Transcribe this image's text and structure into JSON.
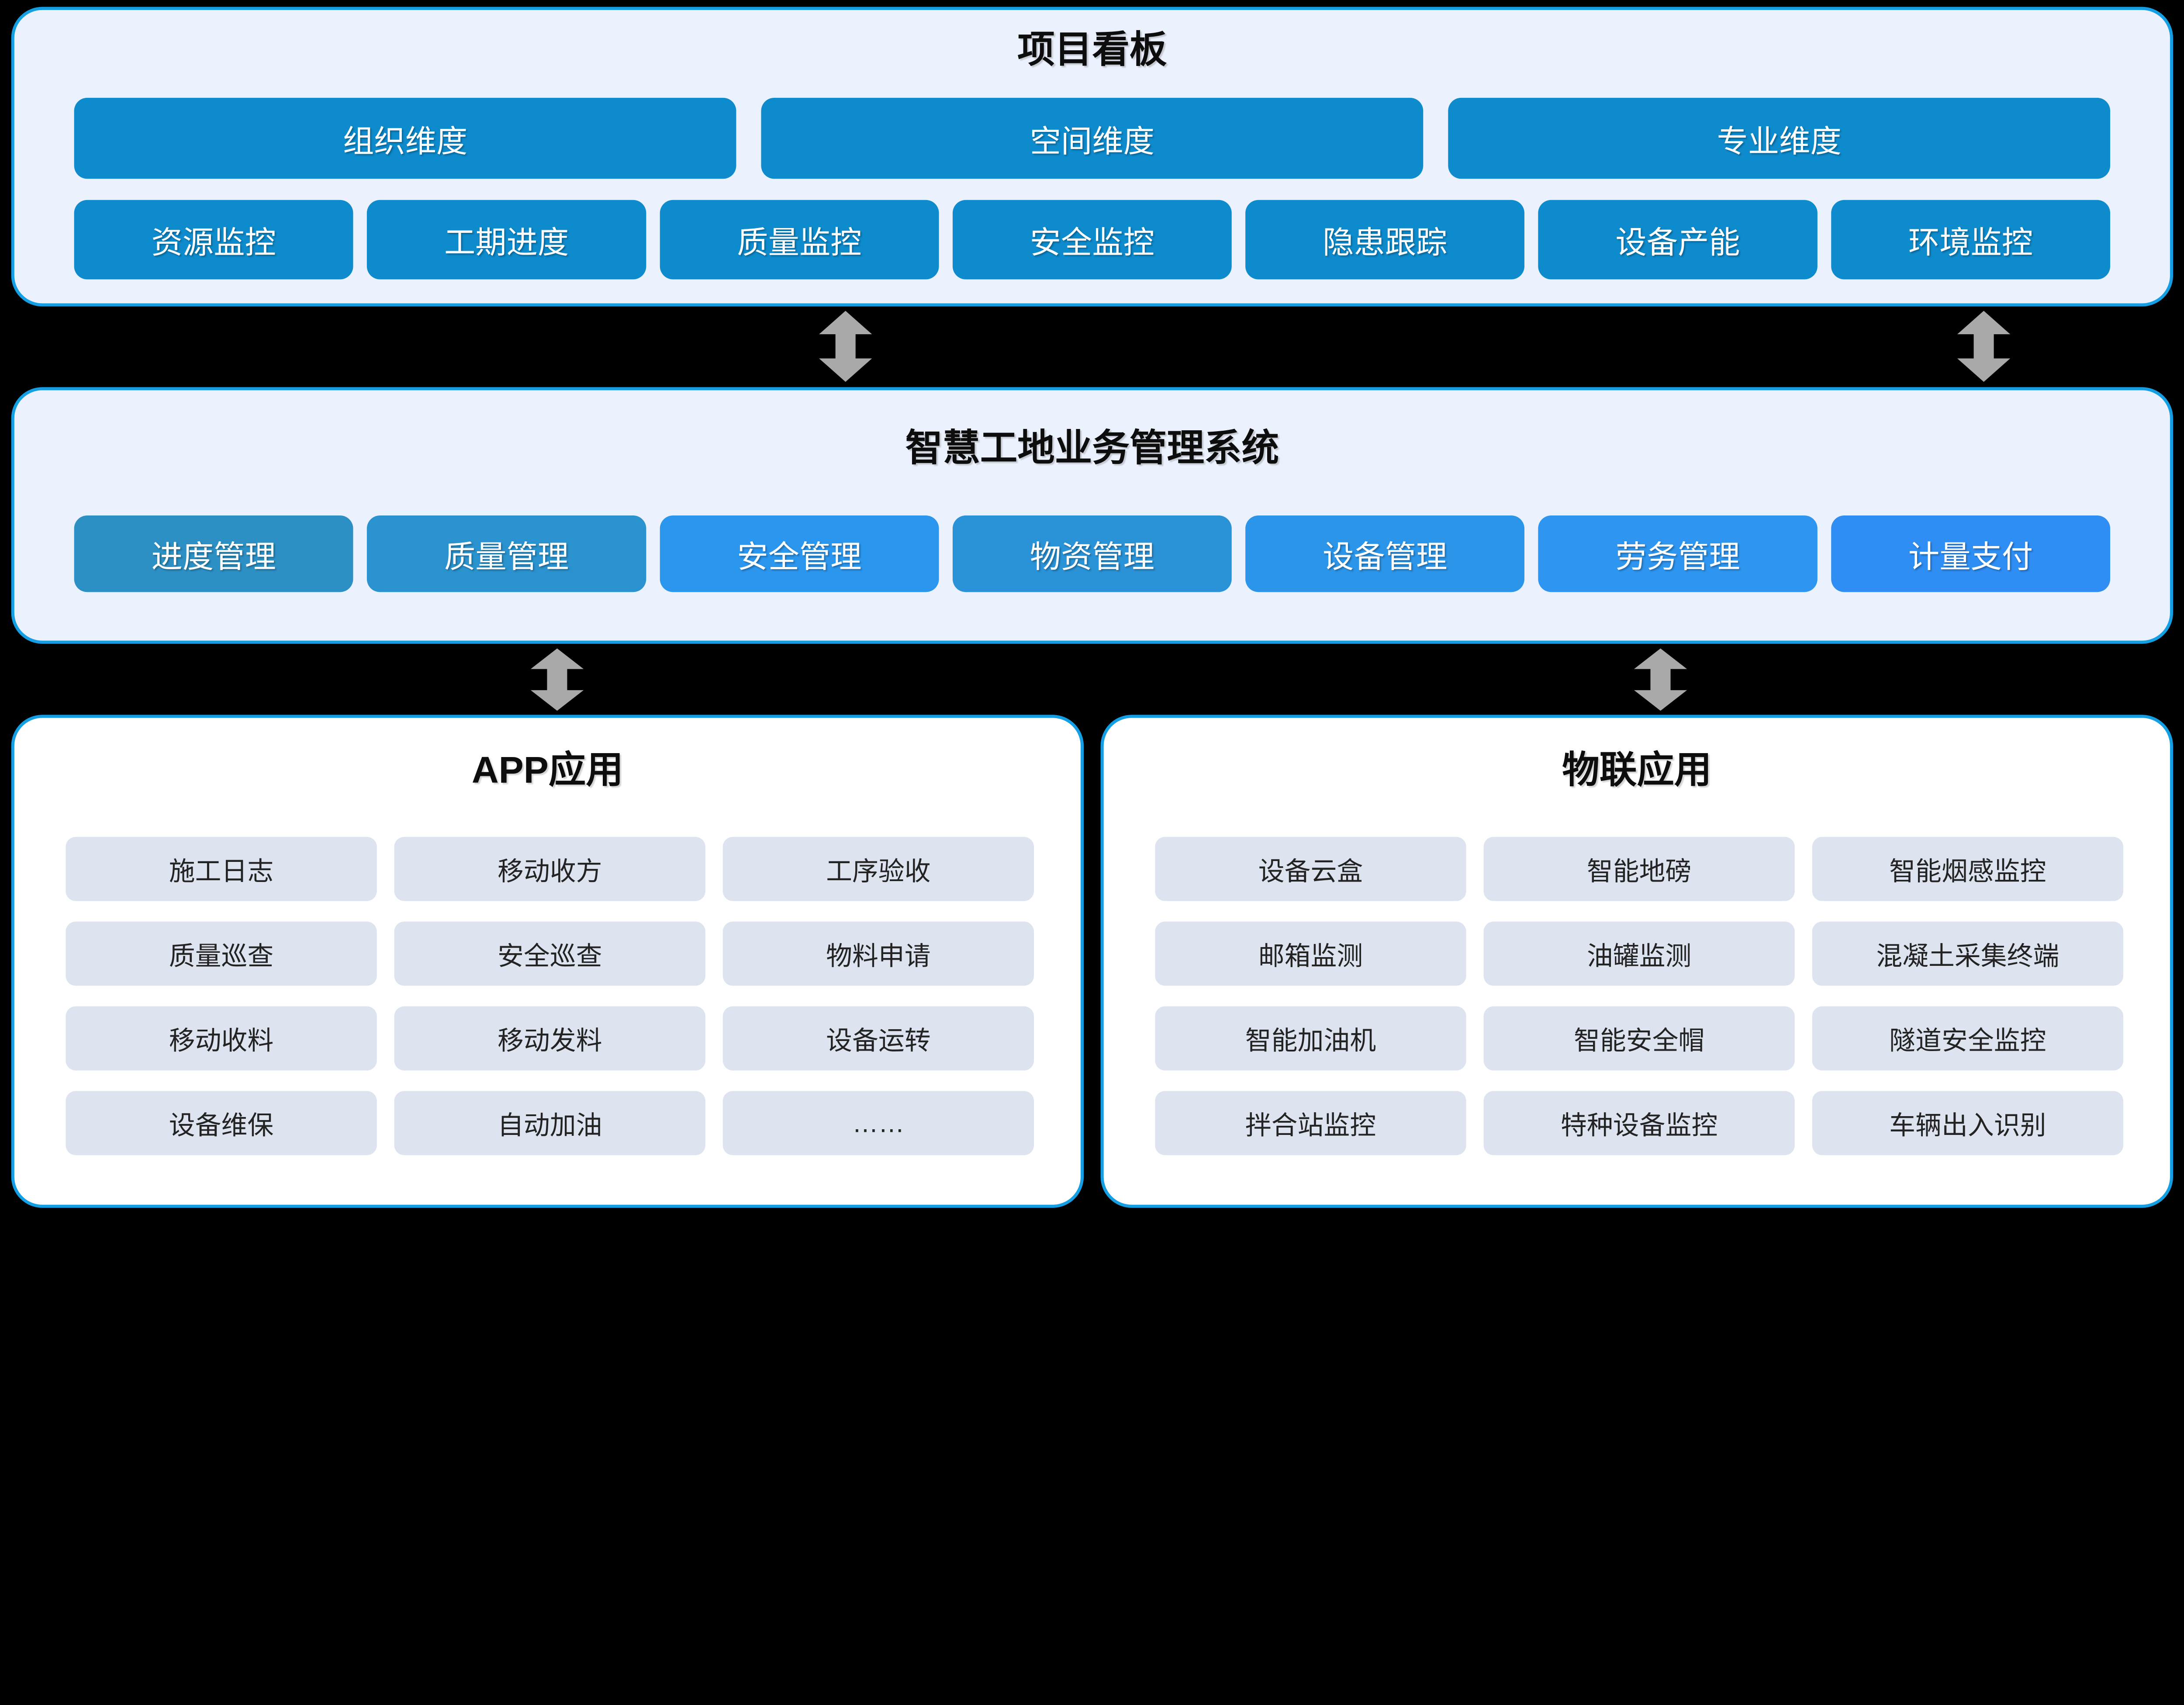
{
  "colors": {
    "page_background": "#000000",
    "panel_border": "#149ee3",
    "panel_background_top": "#ecf2fd",
    "panel_background_bottom": "#ffffff",
    "dashboard_button_blue": "#0e8bcd",
    "grid_button_gray": "#dee3f0",
    "arrow_gray": "#a9a9a9",
    "title_text": "#0d0d0d",
    "button_text_white": "#ffffff"
  },
  "top_panel": {
    "title": "项目看板",
    "dimension_buttons": [
      {
        "label": "组织维度",
        "color": "#0e8bcd"
      },
      {
        "label": "空间维度",
        "color": "#0e8bcd"
      },
      {
        "label": "专业维度",
        "color": "#0e8bcd"
      }
    ],
    "monitor_buttons": [
      {
        "label": "资源监控",
        "color": "#0e8bcd"
      },
      {
        "label": "工期进度",
        "color": "#0e8bcd"
      },
      {
        "label": "质量监控",
        "color": "#0e8bcd"
      },
      {
        "label": "安全监控",
        "color": "#0e8bcd"
      },
      {
        "label": "隐患跟踪",
        "color": "#0e8bcd"
      },
      {
        "label": "设备产能",
        "color": "#0e8bcd"
      },
      {
        "label": "环境监控",
        "color": "#0e8bcd"
      }
    ]
  },
  "middle_panel": {
    "title": "智慧工地业务管理系统",
    "buttons": [
      {
        "label": "进度管理",
        "color": "#2c90c4"
      },
      {
        "label": "质量管理",
        "color": "#2a93cf"
      },
      {
        "label": "安全管理",
        "color": "#2b96ee"
      },
      {
        "label": "物资管理",
        "color": "#2a92d6"
      },
      {
        "label": "设备管理",
        "color": "#2b95e9"
      },
      {
        "label": "劳务管理",
        "color": "#2e96f0"
      },
      {
        "label": "计量支付",
        "color": "#2e8ef4"
      }
    ]
  },
  "app_panel": {
    "title": "APP应用",
    "items": [
      "施工日志",
      "移动收方",
      "工序验收",
      "质量巡查",
      "安全巡查",
      "物料申请",
      "移动收料",
      "移动发料",
      "设备运转",
      "设备维保",
      "自动加油",
      "……"
    ]
  },
  "iot_panel": {
    "title": "物联应用",
    "items": [
      "设备云盒",
      "智能地磅",
      "智能烟感监控",
      "邮箱监测",
      "油罐监测",
      "混凝土采集终端",
      "智能加油机",
      "智能安全帽",
      "隧道安全监控",
      "拌合站监控",
      "特种设备监控",
      "车辆出入识别"
    ]
  }
}
